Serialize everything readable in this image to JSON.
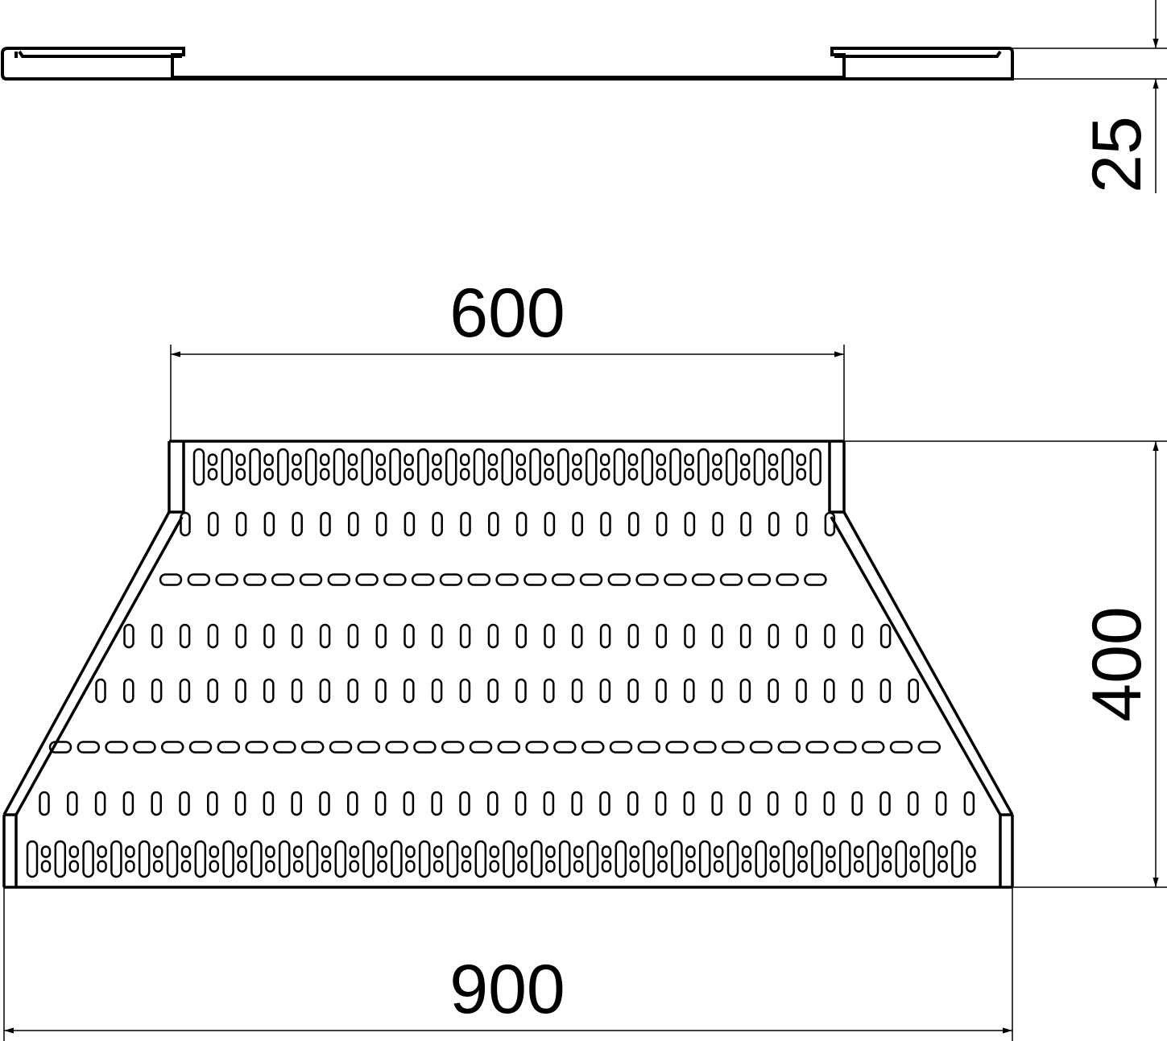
{
  "dimensions": {
    "height_side": "25",
    "top_width": "600",
    "depth": "400",
    "bottom_width": "900"
  },
  "colors": {
    "line": "#000000",
    "background": "#ffffff"
  }
}
